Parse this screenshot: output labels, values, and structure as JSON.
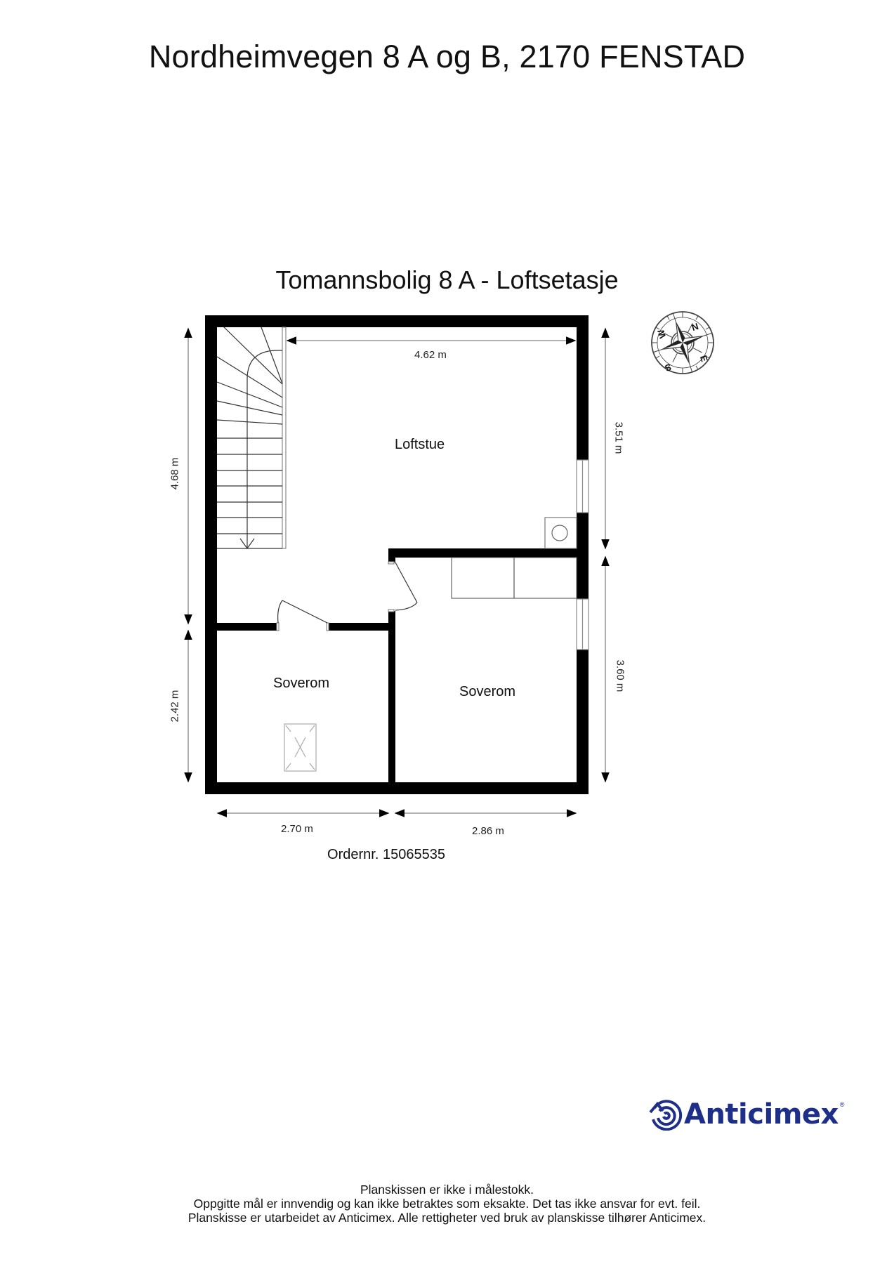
{
  "header": {
    "address_title": "Nordheimvegen 8 A og B, 2170 FENSTAD",
    "plan_title": "Tomannsbolig 8 A - Loftsetasje"
  },
  "floor_plan": {
    "rooms": [
      {
        "name": "Loftstue"
      },
      {
        "name": "Soverom"
      },
      {
        "name": "Soverom"
      }
    ],
    "dimensions": {
      "top_width": "4.62 m",
      "left_upper_height": "4.68 m",
      "left_lower_height": "2.42 m",
      "right_upper_height": "3.51 m",
      "right_lower_height": "3.60 m",
      "bottom_left_width": "2.70 m",
      "bottom_right_width": "2.86 m"
    },
    "compass": {
      "labels": [
        "N",
        "E",
        "S",
        "W"
      ]
    },
    "wall_color": "#000000",
    "dimension_line_color": "#9a9a9a"
  },
  "order": {
    "label": "Ordernr. 15065535"
  },
  "brand": {
    "name": "Anticimex",
    "registered_mark": "®",
    "color": "#1e2f8a"
  },
  "footer": {
    "lines": [
      "Planskissen er ikke i målestokk.",
      "Oppgitte mål er innvendig og kan ikke betraktes som eksakte. Det tas ikke ansvar for evt. feil.",
      "Planskisse er utarbeidet av Anticimex. Alle rettigheter ved bruk av planskisse tilhører Anticimex."
    ]
  }
}
